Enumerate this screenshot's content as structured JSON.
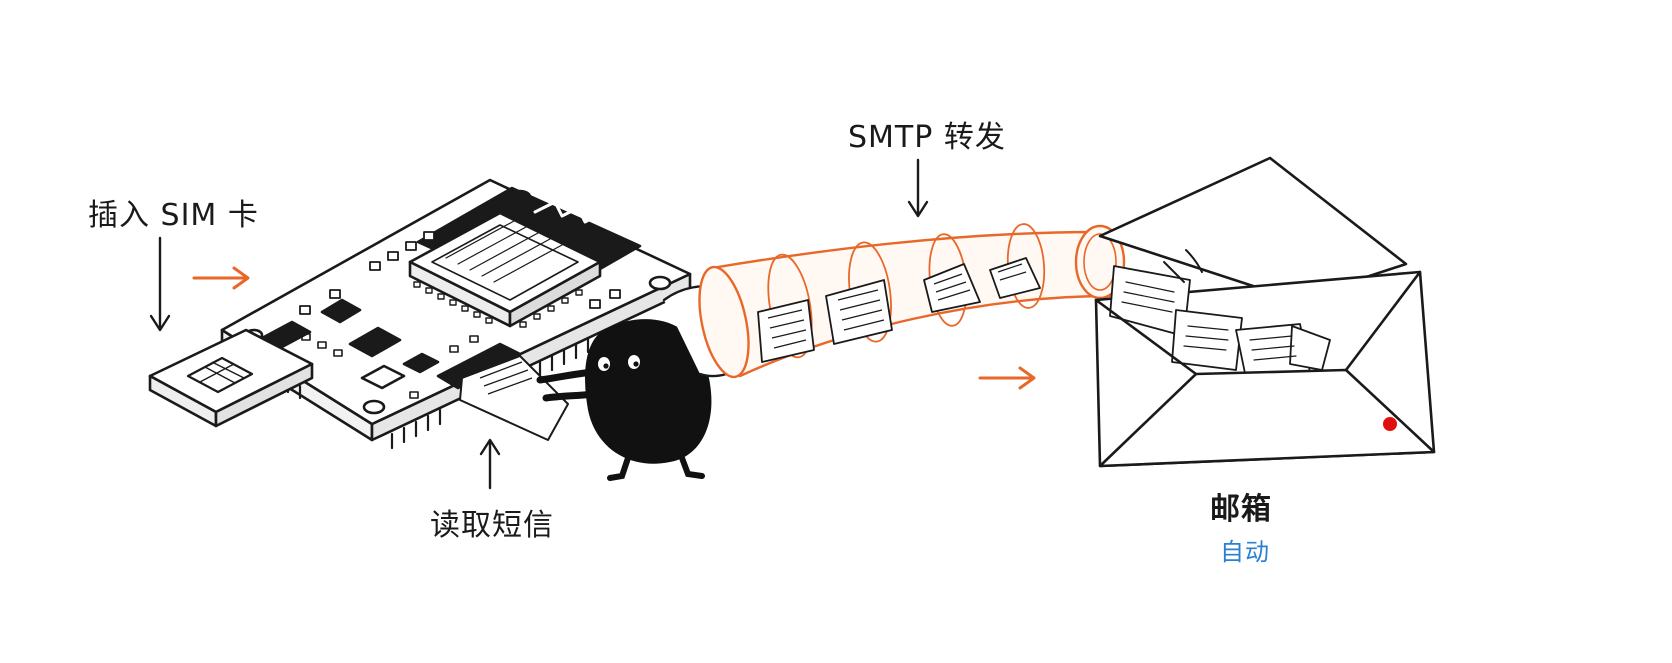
{
  "labels": {
    "insert_sim": "插入 SIM 卡",
    "smtp_forward": "SMTP 转发",
    "read_sms": "读取短信",
    "mailbox": "邮箱",
    "automatic": "自动"
  },
  "colors": {
    "ink": "#1a1a1a",
    "accent_orange": "#e8682a",
    "auto_blue": "#2a7fd4",
    "mail_dot_red": "#e01010",
    "background": "#ffffff"
  },
  "icons": [
    "sim-card-icon",
    "circuit-board-icon",
    "wifi-antenna-icon",
    "blob-character-icon",
    "transparent-tube-icon",
    "sms-note-icon",
    "envelope-icon",
    "arrow-icon"
  ]
}
